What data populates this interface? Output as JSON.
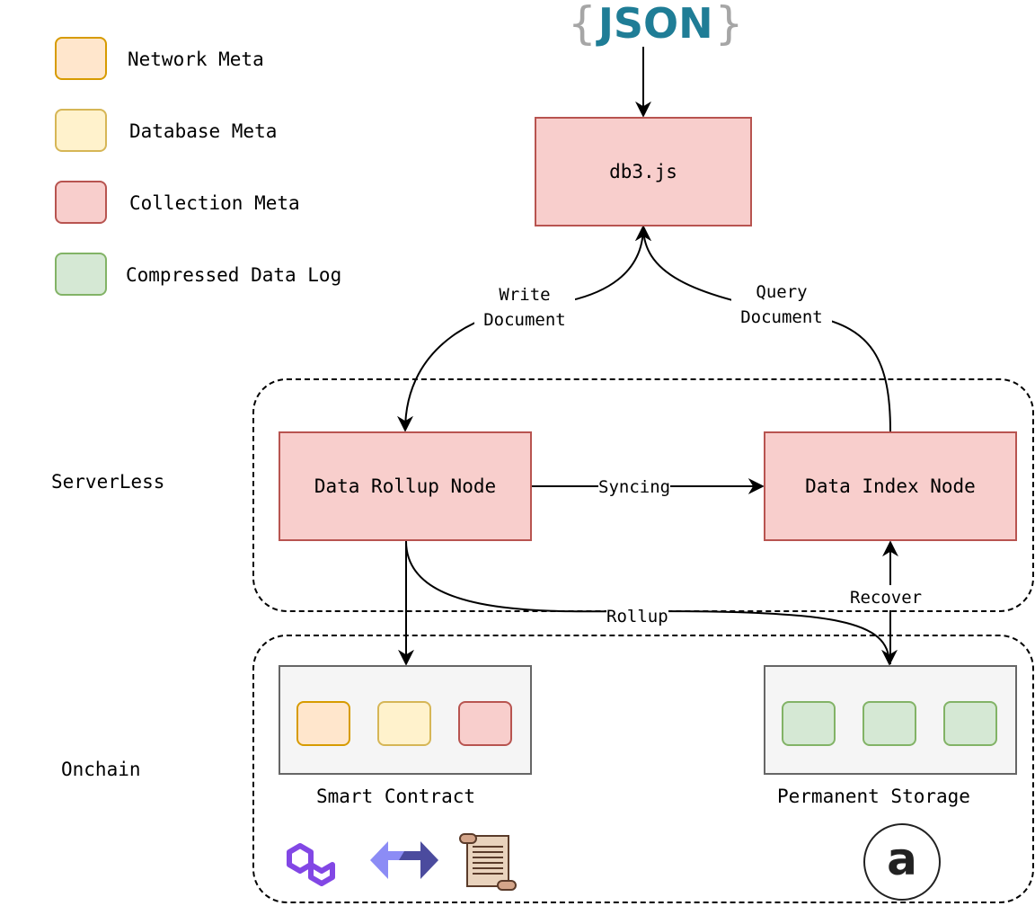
{
  "logo": {
    "brace_open": "{",
    "word": "JSON",
    "brace_close": "}"
  },
  "legend": [
    {
      "label": "Network Meta",
      "fill": "#ffe6cc",
      "stroke": "#d79b00"
    },
    {
      "label": "Database Meta",
      "fill": "#fff2cc",
      "stroke": "#d6b656"
    },
    {
      "label": "Collection Meta",
      "fill": "#f8cecc",
      "stroke": "#b85450"
    },
    {
      "label": "Compressed Data Log",
      "fill": "#d5e8d4",
      "stroke": "#82b366"
    }
  ],
  "nodes": {
    "db3js": "db3.js",
    "rollup_node": "Data Rollup Node",
    "index_node": "Data Index Node",
    "smart_contract": "Smart Contract",
    "permanent_storage": "Permanent Storage"
  },
  "zones": {
    "serverless": "ServerLess",
    "onchain": "Onchain"
  },
  "edges": {
    "write_line1": "Write",
    "write_line2": "Document",
    "query_line1": "Query",
    "query_line2": "Document",
    "syncing": "Syncing",
    "rollup": "Rollup",
    "recover": "Recover"
  },
  "icons": {
    "polygon": "polygon-icon",
    "bridge": "arrows-bridge-icon",
    "scroll": "scroll-icon",
    "arweave": "arweave-icon",
    "arweave_letter": "a"
  }
}
